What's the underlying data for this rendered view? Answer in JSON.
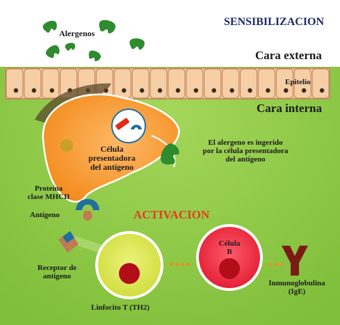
{
  "header": {
    "title": "SENSIBILIZACION",
    "allergens": "Alergenos",
    "outer_face": "Cara externa",
    "epithelium": "Epitelio",
    "inner_face": "Cara interna"
  },
  "apc": {
    "label_line1": "Célula",
    "label_line2": "presentadora",
    "label_line3": "del antígeno",
    "ingested_line1": "El alergeno es ingerido",
    "ingested_line2": "por la célula presentadora",
    "ingested_line3": "del antígeno",
    "mhc_line1": "Proteína",
    "mhc_line2": "clase MHCII",
    "antigen": "Antígeno"
  },
  "activation": {
    "title": "ACTIVACION",
    "receptor_line1": "Receptor de",
    "receptor_line2": "antígeno",
    "tcell": "Linfocito T (TH2)",
    "bcell_line1": "Célula",
    "bcell_line2": "B",
    "ig_line1": "Inmunoglobulina",
    "ig_line2": "(IgE)"
  },
  "colors": {
    "background": "#8dc63f",
    "epithelium": "#f2c49a",
    "apc": "#f7941d",
    "allergen": "#2e8b2e",
    "mhc": "#1f6fa0",
    "tcell": "#d9e84a",
    "nucleus": "#b30d1a",
    "bcell": "#e8203a",
    "ige": "#7a1a12",
    "activation_title": "#e63c1e"
  }
}
